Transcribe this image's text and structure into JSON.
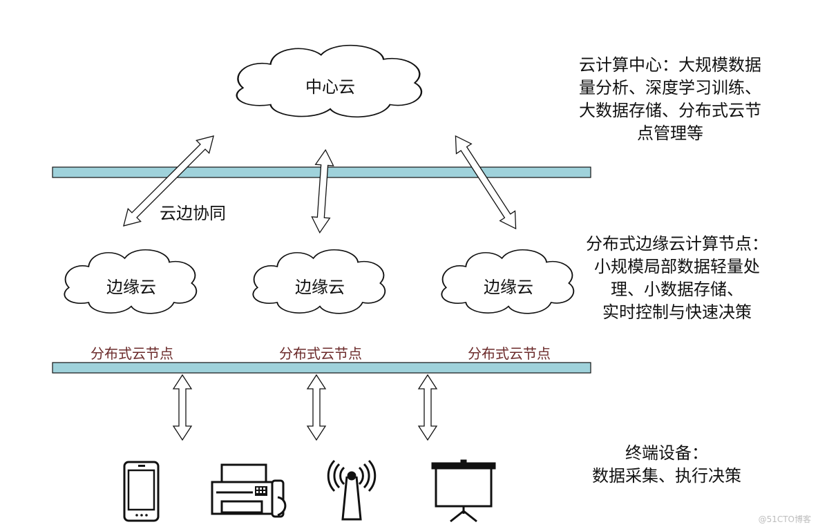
{
  "center_cloud": {
    "label": "中心云"
  },
  "cloud_edge_label": "云边协同",
  "edge_clouds": [
    {
      "label": "边缘云"
    },
    {
      "label": "边缘云"
    },
    {
      "label": "边缘云"
    }
  ],
  "node_labels": [
    "分布式云节点",
    "分布式云节点",
    "分布式云节点"
  ],
  "descriptions": {
    "center": [
      "云计算中心：大规模数据",
      "量分析、深度学习训练、",
      "大数据存储、分布式云节",
      "点管理等"
    ],
    "edge": [
      "分布式边缘云计算节点：",
      "小规模局部数据轻量处",
      "理、小数据存储、",
      "实时控制与快速决策"
    ],
    "terminal": [
      "终端设备：",
      "数据采集、执行决策"
    ]
  },
  "devices": [
    "smartphone-icon",
    "fax-machine-icon",
    "antenna-icon",
    "projector-screen-icon"
  ],
  "colors": {
    "bus_fill": "#9fd2db",
    "line": "#111111",
    "node_text": "#6b2a2a"
  },
  "watermark": "@51CTO博客"
}
